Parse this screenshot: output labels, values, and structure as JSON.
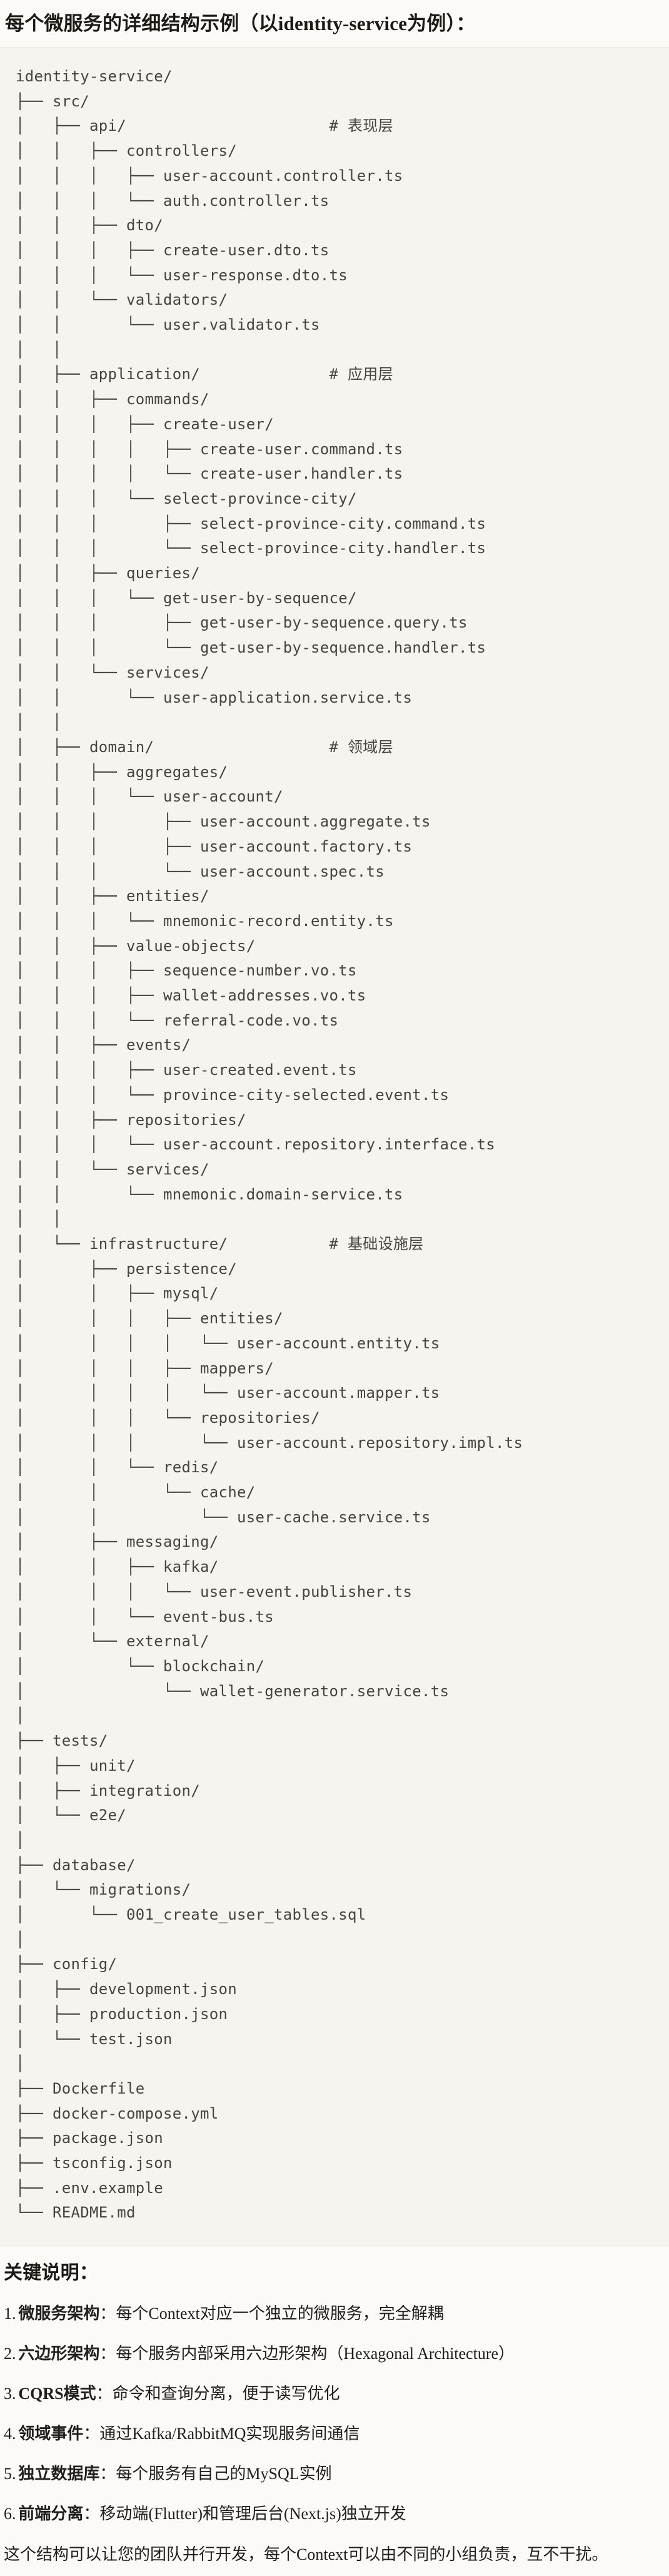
{
  "header": {
    "title": "每个微服务的详细结构示例（以identity-service为例）："
  },
  "code_block": {
    "tree_lines": [
      "identity-service/",
      "├── src/",
      "│   ├── api/                      # 表现层",
      "│   │   ├── controllers/",
      "│   │   │   ├── user-account.controller.ts",
      "│   │   │   └── auth.controller.ts",
      "│   │   ├── dto/",
      "│   │   │   ├── create-user.dto.ts",
      "│   │   │   └── user-response.dto.ts",
      "│   │   └── validators/",
      "│   │       └── user.validator.ts",
      "│   │",
      "│   ├── application/              # 应用层",
      "│   │   ├── commands/",
      "│   │   │   ├── create-user/",
      "│   │   │   │   ├── create-user.command.ts",
      "│   │   │   │   └── create-user.handler.ts",
      "│   │   │   └── select-province-city/",
      "│   │   │       ├── select-province-city.command.ts",
      "│   │   │       └── select-province-city.handler.ts",
      "│   │   ├── queries/",
      "│   │   │   └── get-user-by-sequence/",
      "│   │   │       ├── get-user-by-sequence.query.ts",
      "│   │   │       └── get-user-by-sequence.handler.ts",
      "│   │   └── services/",
      "│   │       └── user-application.service.ts",
      "│   │",
      "│   ├── domain/                   # 领域层",
      "│   │   ├── aggregates/",
      "│   │   │   └── user-account/",
      "│   │   │       ├── user-account.aggregate.ts",
      "│   │   │       ├── user-account.factory.ts",
      "│   │   │       └── user-account.spec.ts",
      "│   │   ├── entities/",
      "│   │   │   └── mnemonic-record.entity.ts",
      "│   │   ├── value-objects/",
      "│   │   │   ├── sequence-number.vo.ts",
      "│   │   │   ├── wallet-addresses.vo.ts",
      "│   │   │   └── referral-code.vo.ts",
      "│   │   ├── events/",
      "│   │   │   ├── user-created.event.ts",
      "│   │   │   └── province-city-selected.event.ts",
      "│   │   ├── repositories/",
      "│   │   │   └── user-account.repository.interface.ts",
      "│   │   └── services/",
      "│   │       └── mnemonic.domain-service.ts",
      "│   │",
      "│   └── infrastructure/           # 基础设施层",
      "│       ├── persistence/",
      "│       │   ├── mysql/",
      "│       │   │   ├── entities/",
      "│       │   │   │   └── user-account.entity.ts",
      "│       │   │   ├── mappers/",
      "│       │   │   │   └── user-account.mapper.ts",
      "│       │   │   └── repositories/",
      "│       │   │       └── user-account.repository.impl.ts",
      "│       │   └── redis/",
      "│       │       └── cache/",
      "│       │           └── user-cache.service.ts",
      "│       ├── messaging/",
      "│       │   ├── kafka/",
      "│       │   │   └── user-event.publisher.ts",
      "│       │   └── event-bus.ts",
      "│       └── external/",
      "│           └── blockchain/",
      "│               └── wallet-generator.service.ts",
      "│",
      "├── tests/",
      "│   ├── unit/",
      "│   ├── integration/",
      "│   └── e2e/",
      "│",
      "├── database/",
      "│   └── migrations/",
      "│       └── 001_create_user_tables.sql",
      "│",
      "├── config/",
      "│   ├── development.json",
      "│   ├── production.json",
      "│   └── test.json",
      "│",
      "├── Dockerfile",
      "├── docker-compose.yml",
      "├── package.json",
      "├── tsconfig.json",
      "├── .env.example",
      "└── README.md"
    ]
  },
  "notes": {
    "heading": "关键说明：",
    "items": [
      {
        "num": "1.",
        "label": "微服务架构",
        "text": "：每个Context对应一个独立的微服务，完全解耦"
      },
      {
        "num": "2.",
        "label": "六边形架构",
        "text": "：每个服务内部采用六边形架构（Hexagonal Architecture）"
      },
      {
        "num": "3.",
        "label": "CQRS模式",
        "text": "：命令和查询分离，便于读写优化"
      },
      {
        "num": "4.",
        "label": "领域事件",
        "text": "：通过Kafka/RabbitMQ实现服务间通信"
      },
      {
        "num": "5.",
        "label": "独立数据库",
        "text": "：每个服务有自己的MySQL实例"
      },
      {
        "num": "6.",
        "label": "前端分离",
        "text": "：移动端(Flutter)和管理后台(Next.js)独立开发"
      }
    ],
    "footer": "这个结构可以让您的团队并行开发，每个Context可以由不同的小组负责，互不干扰。"
  },
  "colors": {
    "page_bg": "#fbfaf6",
    "code_bg": "#f5f4ef",
    "divider": "#dedbd2",
    "code_text": "#46443e",
    "title_text": "#1b1a15",
    "body_text": "#201f1b"
  }
}
